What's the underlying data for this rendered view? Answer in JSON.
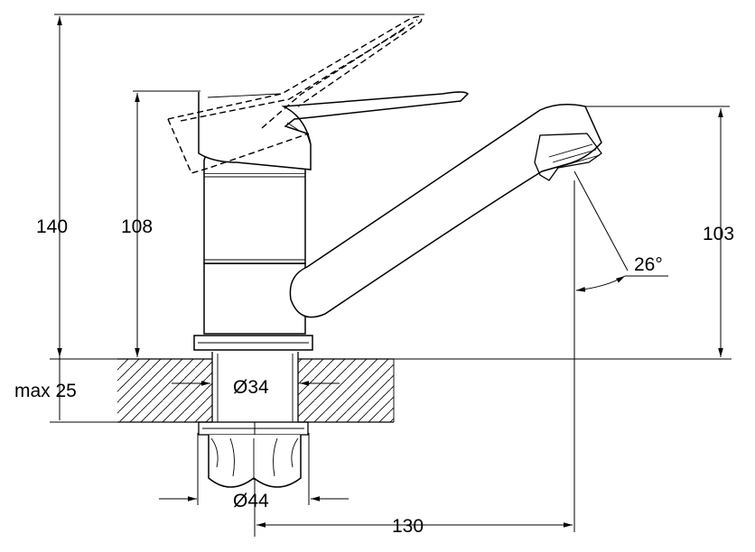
{
  "dimensions": {
    "total_height": "140",
    "body_height": "108",
    "spout_height": "103",
    "deck_thickness": "max 25",
    "shank_diameter": "Ø34",
    "nut_diameter": "Ø44",
    "spout_reach": "130",
    "spout_angle": "26°"
  }
}
